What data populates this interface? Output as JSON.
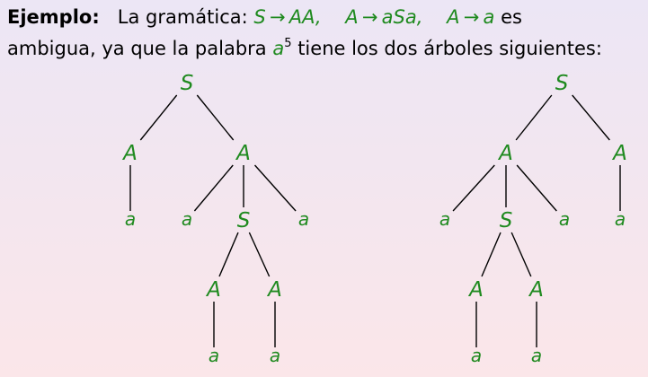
{
  "intro": {
    "label": "Ejemplo:",
    "text1": "La gramática:",
    "rule1": {
      "lhs": "S",
      "arrow": "→",
      "rhs": "AA,"
    },
    "rule2": {
      "lhs": "A",
      "arrow": "→",
      "rhs": "aSa,"
    },
    "rule3": {
      "lhs": "A",
      "arrow": "→",
      "rhs": "a"
    },
    "text2": "es",
    "line2_start": "ambigua,  ya que la palabra",
    "word_base": "a",
    "word_exp": "5",
    "line2_end": "tiene los dos árboles siguientes:"
  },
  "trees": [
    {
      "nodes": [
        {
          "id": "S",
          "label": "S"
        },
        {
          "id": "A1",
          "label": "A"
        },
        {
          "id": "A2",
          "label": "A"
        },
        {
          "id": "a1",
          "label": "a"
        },
        {
          "id": "a2",
          "label": "a"
        },
        {
          "id": "S2",
          "label": "S"
        },
        {
          "id": "a3",
          "label": "a"
        },
        {
          "id": "A3",
          "label": "A"
        },
        {
          "id": "A4",
          "label": "A"
        },
        {
          "id": "a4",
          "label": "a"
        },
        {
          "id": "a5",
          "label": "a"
        }
      ],
      "edges": [
        [
          "S",
          "A1"
        ],
        [
          "S",
          "A2"
        ],
        [
          "A1",
          "a1"
        ],
        [
          "A2",
          "a2"
        ],
        [
          "A2",
          "S2"
        ],
        [
          "A2",
          "a3"
        ],
        [
          "S2",
          "A3"
        ],
        [
          "S2",
          "A4"
        ],
        [
          "A3",
          "a4"
        ],
        [
          "A4",
          "a5"
        ]
      ]
    },
    {
      "nodes": [
        {
          "id": "S",
          "label": "S"
        },
        {
          "id": "A1",
          "label": "A"
        },
        {
          "id": "A2",
          "label": "A"
        },
        {
          "id": "a1",
          "label": "a"
        },
        {
          "id": "S2",
          "label": "S"
        },
        {
          "id": "a2",
          "label": "a"
        },
        {
          "id": "a3",
          "label": "a"
        },
        {
          "id": "A3",
          "label": "A"
        },
        {
          "id": "A4",
          "label": "A"
        },
        {
          "id": "a4",
          "label": "a"
        },
        {
          "id": "a5",
          "label": "a"
        }
      ],
      "edges": [
        [
          "S",
          "A1"
        ],
        [
          "S",
          "A2"
        ],
        [
          "A1",
          "a1"
        ],
        [
          "A1",
          "S2"
        ],
        [
          "A1",
          "a2"
        ],
        [
          "A2",
          "a3"
        ],
        [
          "S2",
          "A3"
        ],
        [
          "S2",
          "A4"
        ],
        [
          "A3",
          "a4"
        ],
        [
          "A4",
          "a5"
        ]
      ]
    }
  ]
}
